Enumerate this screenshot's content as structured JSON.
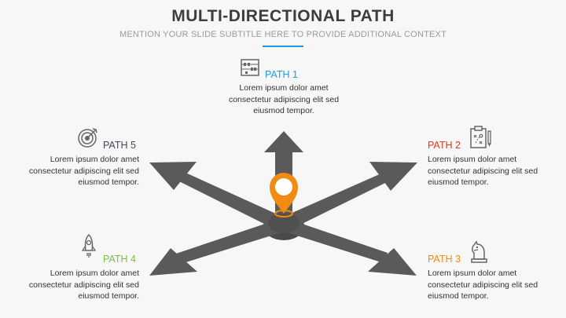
{
  "header": {
    "title": "MULTI-DIRECTIONAL PATH",
    "subtitle": "MENTION YOUR SLIDE SUBTITLE HERE TO PROVIDE ADDITIONAL CONTEXT"
  },
  "paths": [
    {
      "label": "PATH 1",
      "color": "#1e9be0",
      "icon": "abacus-icon",
      "description": "Lorem ipsum dolor amet consectetur adipiscing elit sed eiusmod tempor."
    },
    {
      "label": "PATH 2",
      "color": "#e0391c",
      "icon": "clipboard-strategy-icon",
      "description": "Lorem ipsum dolor amet consectetur adipiscing elit sed eiusmod tempor."
    },
    {
      "label": "PATH 3",
      "color": "#f08c14",
      "icon": "chess-knight-icon",
      "description": "Lorem ipsum dolor amet consectetur adipiscing elit sed eiusmod tempor."
    },
    {
      "label": "PATH 4",
      "color": "#7bc043",
      "icon": "rocket-icon",
      "description": "Lorem ipsum dolor amet consectetur adipiscing elit sed eiusmod tempor."
    },
    {
      "label": "PATH 5",
      "color": "#3f4a5a",
      "icon": "target-icon",
      "description": "Lorem ipsum dolor amet consectetur adipiscing elit sed eiusmod tempor."
    }
  ],
  "colors": {
    "arrow": "#5a5a5a",
    "pin": "#f08c14",
    "accent_rule": "#1e9be0"
  }
}
